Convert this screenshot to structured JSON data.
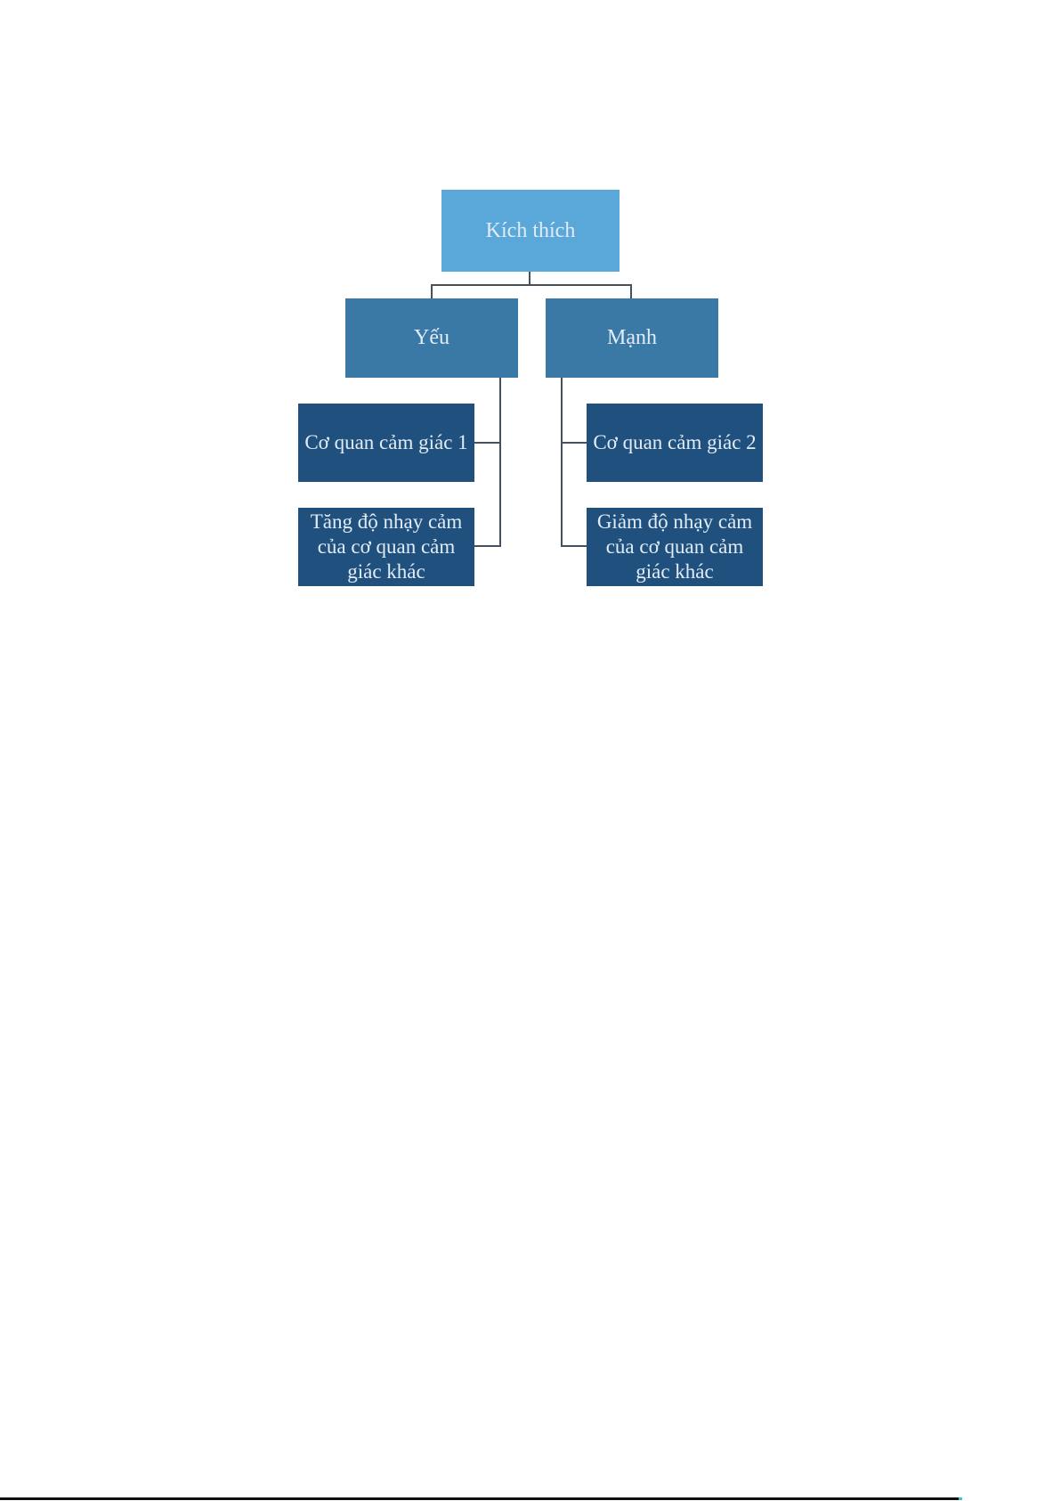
{
  "diagram": {
    "nodes": {
      "root": {
        "label": "Kích thích"
      },
      "weak": {
        "label": "Yếu"
      },
      "strong": {
        "label": "Mạnh"
      },
      "weak_leaf_1": {
        "label": "Cơ quan cảm giác 1"
      },
      "weak_leaf_2": {
        "label": "Tăng độ nhạy cảm của cơ quan cảm giác khác"
      },
      "strong_leaf_1": {
        "label": "Cơ quan cảm giác 2"
      },
      "strong_leaf_2": {
        "label": "Giảm độ nhạy cảm của cơ quan cảm giác khác"
      }
    }
  },
  "colors": {
    "root_fill": "#5aa7d9",
    "branch_fill": "#3a78a6",
    "leaf_fill": "#20517e",
    "label_text": "#e2ecf6",
    "connector": "#45515e",
    "bottom_rule": "#101010",
    "bottom_rule_accent": "#3fc1d4",
    "page_background": "#ffffff"
  }
}
